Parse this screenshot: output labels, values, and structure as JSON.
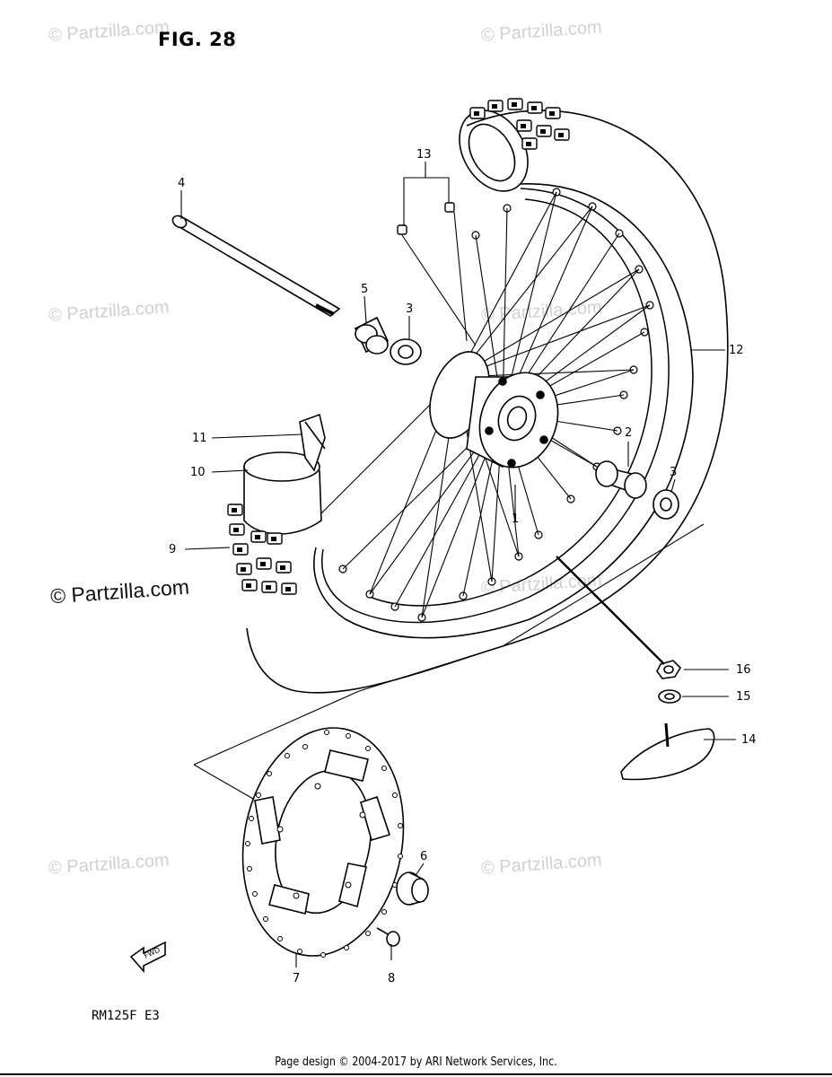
{
  "figure": {
    "title": "FIG. 28",
    "model_code": "RM125F  E3"
  },
  "watermark": {
    "text": "© Partzilla.com"
  },
  "footer": {
    "text": "Page design © 2004-2017 by ARI Network Services, Inc."
  },
  "fwd_label": "FWD",
  "callouts": [
    {
      "id": "c1",
      "text": "1"
    },
    {
      "id": "c2",
      "text": "2"
    },
    {
      "id": "c3a",
      "text": "3"
    },
    {
      "id": "c3b",
      "text": "3"
    },
    {
      "id": "c4",
      "text": "4"
    },
    {
      "id": "c5",
      "text": "5"
    },
    {
      "id": "c6",
      "text": "6"
    },
    {
      "id": "c7",
      "text": "7"
    },
    {
      "id": "c8",
      "text": "8"
    },
    {
      "id": "c9",
      "text": "9"
    },
    {
      "id": "c10",
      "text": "10"
    },
    {
      "id": "c11",
      "text": "11"
    },
    {
      "id": "c12",
      "text": "12"
    },
    {
      "id": "c13",
      "text": "13"
    },
    {
      "id": "c14",
      "text": "14"
    },
    {
      "id": "c15",
      "text": "15"
    },
    {
      "id": "c16",
      "text": "16"
    }
  ]
}
